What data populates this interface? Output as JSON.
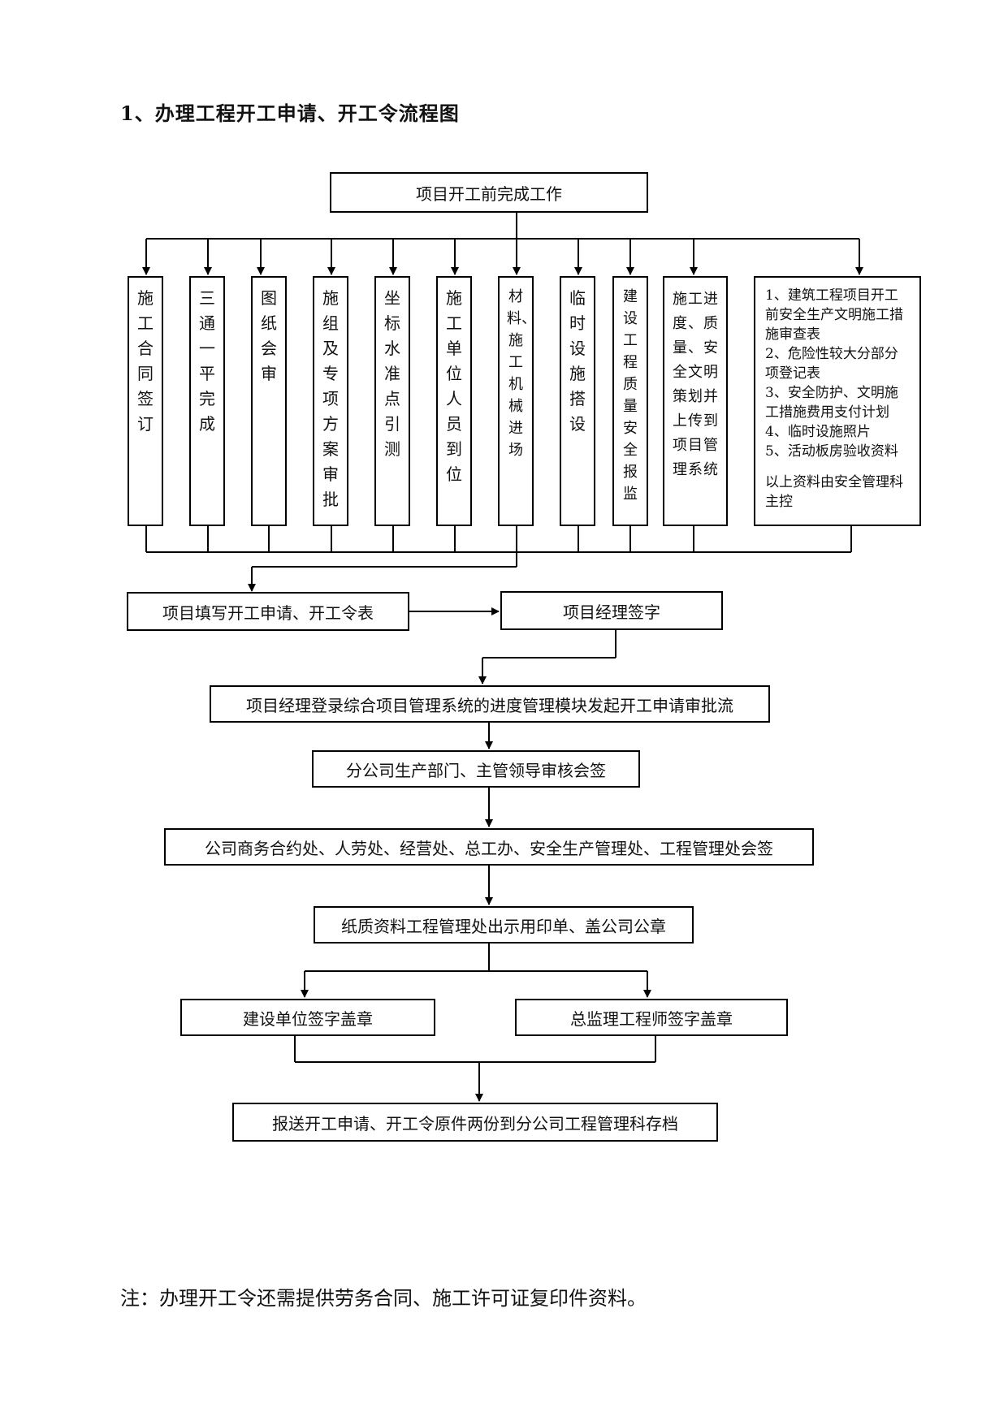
{
  "title": "1、办理工程开工申请、开工令流程图",
  "top_box": "项目开工前完成工作",
  "columns": [
    "施工合同签订",
    "三通一平完成",
    "图纸会审",
    "施组及专项方案审批",
    "坐标水准点引测",
    "施工单位人员到位",
    "材料、施工机械进场",
    "临时设施搭设",
    "建设工程质量安全报监",
    "施工进度、质量、安全文明策划并上传到项目管理系统"
  ],
  "list_box": {
    "items": [
      "1、建筑工程项目开工前安全生产文明施工措施审查表",
      "2、危险性较大分部分项登记表",
      "3、安全防护、文明施工措施费用支付计划",
      "4、临时设施照片",
      "5、活动板房验收资料"
    ],
    "footer": "以上资料由安全管理科主控"
  },
  "steps": {
    "fill_form": "项目填写开工申请、开工令表",
    "pm_sign": "项目经理签字",
    "pm_system": "项目经理登录综合项目管理系统的进度管理模块发起开工申请审批流",
    "branch_review": "分公司生产部门、主管领导审核会签",
    "company_sign": "公司商务合约处、人劳处、经营处、总工办、安全生产管理处、工程管理处会签",
    "paper_seal": "纸质资料工程管理处出示用印单、盖公司公章",
    "owner_seal": "建设单位签字盖章",
    "supervisor_seal": "总监理工程师签字盖章",
    "archive": "报送开工申请、开工令原件两份到分公司工程管理科存档"
  },
  "note": "注：办理开工令还需提供劳务合同、施工许可证复印件资料。"
}
